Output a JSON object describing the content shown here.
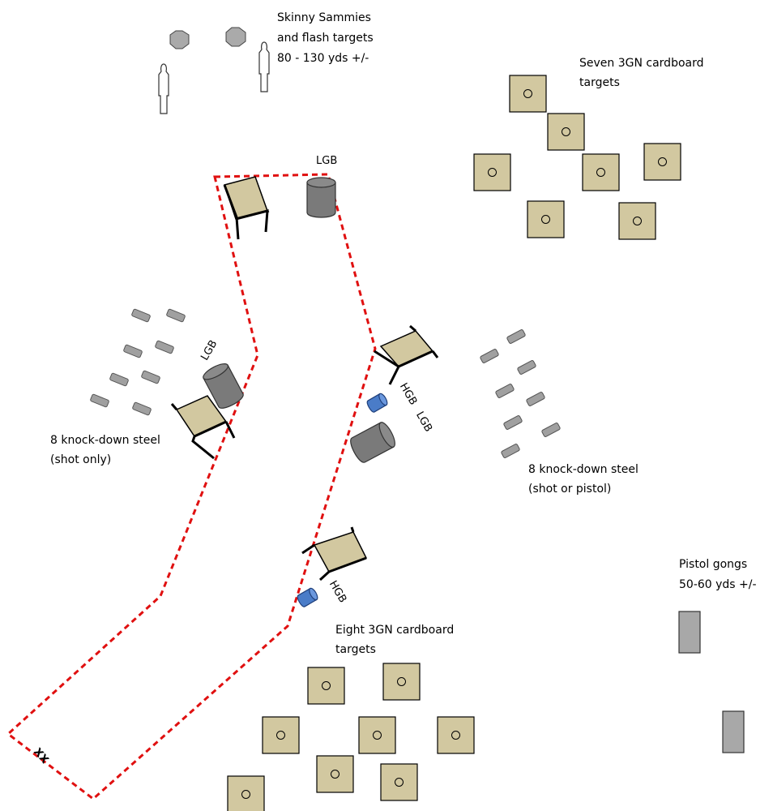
{
  "labels": {
    "skinny": [
      "Skinny Sammies",
      "and flash targets",
      "80 - 130 yds +/-"
    ],
    "seven": [
      "Seven 3GN cardboard",
      "targets"
    ],
    "lgb_top": "LGB",
    "lgb_left": "LGB",
    "hgb_right": "HGB",
    "lgb_right": "LGB",
    "hgb_bottom": "HGB",
    "steel_left": [
      "8 knock-down steel",
      "(shot only)"
    ],
    "steel_right": [
      "8 knock-down steel",
      "(shot or pistol)"
    ],
    "gongs": [
      "Pistol gongs",
      "50-60 yds +/-"
    ],
    "eight": [
      "Eight 3GN cardboard",
      "targets"
    ],
    "start_marks": "XX"
  },
  "colors": {
    "boundary": "#e01010",
    "cardboard": "#d2c8a0",
    "steel": "#a0a0a0",
    "lgb": "#7a7a7a",
    "hgb": "#4a7cc8"
  }
}
